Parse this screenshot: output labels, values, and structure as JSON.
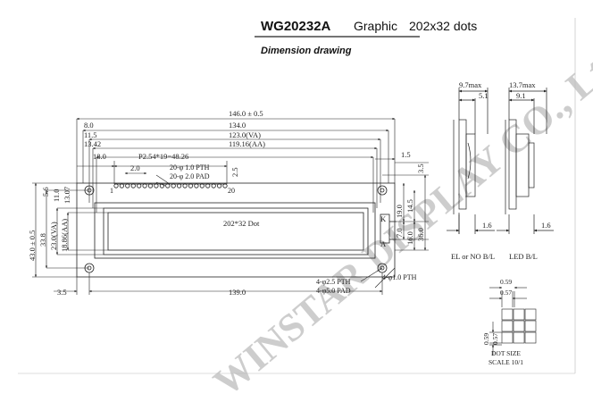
{
  "header": {
    "model": "WG20232A",
    "type_label": "Graphic",
    "resolution": "202x32 dots",
    "subtitle": "Dimension drawing"
  },
  "front_view": {
    "dims_top": [
      "146.0 ± 0.5",
      "8.0",
      "134.0",
      "11.5",
      "123.0(VA)",
      "13.42",
      "119.16(AA)",
      "18.0",
      "P2.54*19=48.26",
      "2.0"
    ],
    "pins": {
      "pth": "20-φ 1.0 PTH",
      "pad": "20-φ 2.0 PAD",
      "first": "1",
      "last": "20"
    },
    "dims_left": [
      "43.0 ± 0.5",
      "33.8",
      "23.0(VA)",
      "18.86(AA)",
      "5.6",
      "11.0",
      "13.07"
    ],
    "dims_right": [
      "1.5",
      "3.5",
      "2.5",
      "19.0",
      "14.5",
      "7.0",
      "16.0",
      "36.0"
    ],
    "led_labels": {
      "k": "K",
      "a": "A"
    },
    "dot_label": "202*32 Dot",
    "dims_bottom": [
      "3.5",
      "139.0"
    ],
    "holes_left": [
      "4-φ2.5 PTH",
      "4-φ5.0 PAD"
    ],
    "holes_right": "4-φ1.0 PTH"
  },
  "side_views": {
    "el": {
      "max": "9.7max",
      "inner": "5.1",
      "offset": "1.6",
      "caption": "EL or NO B/L"
    },
    "led": {
      "max": "13.7max",
      "inner": "9.1",
      "offset": "1.6",
      "caption": "LED B/L"
    }
  },
  "dot_size": {
    "dims_top": [
      "0.59",
      "0.57"
    ],
    "dims_left": [
      "0.59",
      "0.57"
    ],
    "caption_1": "DOT SIZE",
    "caption_2": "SCALE 10/1"
  },
  "watermark": "WINSTAR DISPLAY CO., Ltd."
}
